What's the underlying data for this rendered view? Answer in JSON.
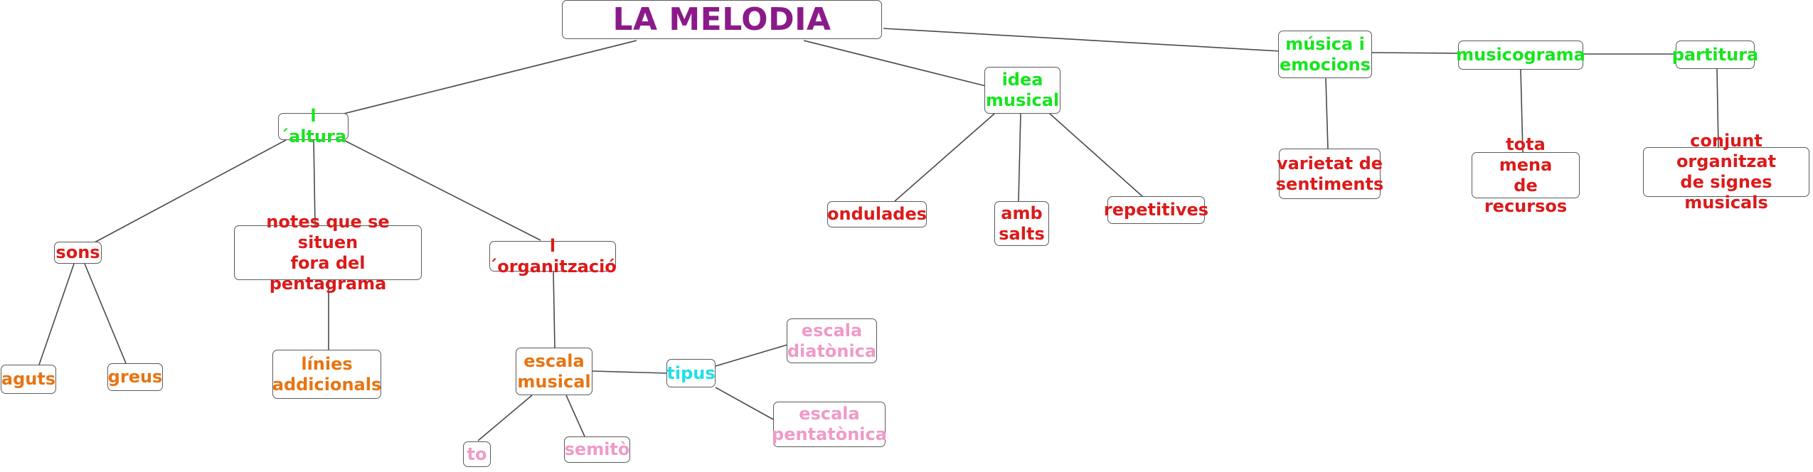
{
  "diagram": {
    "title": "LA MELODIA",
    "nodes": {
      "laltura": "l´altura",
      "idea": "idea\nmusical",
      "musica_emocions": "música i\nemocions",
      "musicograma": "musicograma",
      "partitura": "partitura",
      "sons": "sons",
      "notes": "notes que se situen\nfora del pentagrama",
      "organitzacio": "l´organització",
      "ondulades": "ondulades",
      "amb_salts": "amb\nsalts",
      "repetitives": "repetitives",
      "varietat": "varietat de\nsentiments",
      "tota_mena": "tota mena\nde recursos",
      "conjunt": "conjunt organitzat\nde signes musicals",
      "aguts": "aguts",
      "greus": "greus",
      "linies": "línies\naddicionals",
      "escala_musical": "escala\nmusical",
      "tipus": "tipus",
      "diatonica": "escala\ndiatònica",
      "pentatonica": "escala\npentatònica",
      "to": "to",
      "semito": "semitò"
    },
    "colors": {
      "title": "#8b1a89",
      "level1": "#17e51f",
      "level2": "#dc1a1a",
      "level3": "#e87412",
      "level4": "#f09ac8",
      "connector": "#1fe0e6",
      "line": "#4a4a4a"
    }
  }
}
